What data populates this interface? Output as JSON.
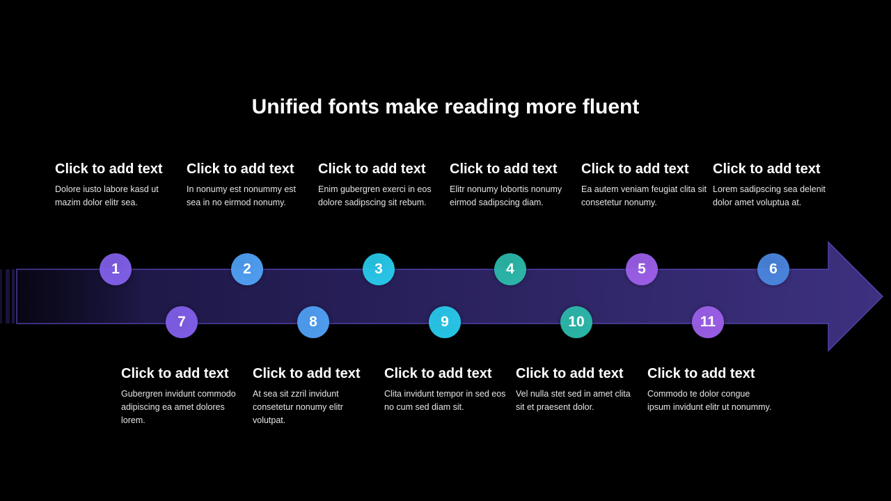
{
  "title": "Unified fonts make reading more fluent",
  "top_items": [
    {
      "number": "1",
      "heading": "Click to add text",
      "body": "Dolore iusto labore kasd ut mazim dolor elitr sea.",
      "color": "#7f5ee6"
    },
    {
      "number": "2",
      "heading": "Click to add text",
      "body": "In nonumy est nonummy est sea in no eirmod nonumy.",
      "color": "#4f9ef2"
    },
    {
      "number": "3",
      "heading": "Click to add text",
      "body": "Enim gubergren exerci in eos dolore sadipscing sit rebum.",
      "color": "#27c7e8"
    },
    {
      "number": "4",
      "heading": "Click to add text",
      "body": "Elitr nonumy lobortis nonumy eirmod sadipscing diam.",
      "color": "#2bb7a8"
    },
    {
      "number": "5",
      "heading": "Click to add text",
      "body": "Ea autem veniam feugiat clita sit consetetur nonumy.",
      "color": "#9a5ee6"
    },
    {
      "number": "6",
      "heading": "Click to add text",
      "body": "Lorem sadipscing sea delenit dolor amet voluptua at.",
      "color": "#4a84dc"
    }
  ],
  "bottom_items": [
    {
      "number": "7",
      "heading": "Click to add text",
      "body": "Gubergren invidunt commodo adipiscing ea amet dolores lorem.",
      "color": "#7f5ee6"
    },
    {
      "number": "8",
      "heading": "Click to add text",
      "body": "At sea sit zzril invidunt consetetur nonumy elitr volutpat.",
      "color": "#4f9ef2"
    },
    {
      "number": "9",
      "heading": "Click to add text",
      "body": "Clita invidunt tempor in sed eos no cum sed diam sit.",
      "color": "#27c7e8"
    },
    {
      "number": "10",
      "heading": "Click to add text",
      "body": "Vel nulla stet sed in amet clita sit et praesent dolor.",
      "color": "#2bb7a8"
    },
    {
      "number": "11",
      "heading": "Click to add text",
      "body": "Commodo te dolor congue ipsum invidunt elitr ut nonummy.",
      "color": "#9a5ee6"
    }
  ],
  "colors": {
    "background": "#000000",
    "arrow": "#3b2f78",
    "arrow_edge": "#5a4bc0"
  }
}
